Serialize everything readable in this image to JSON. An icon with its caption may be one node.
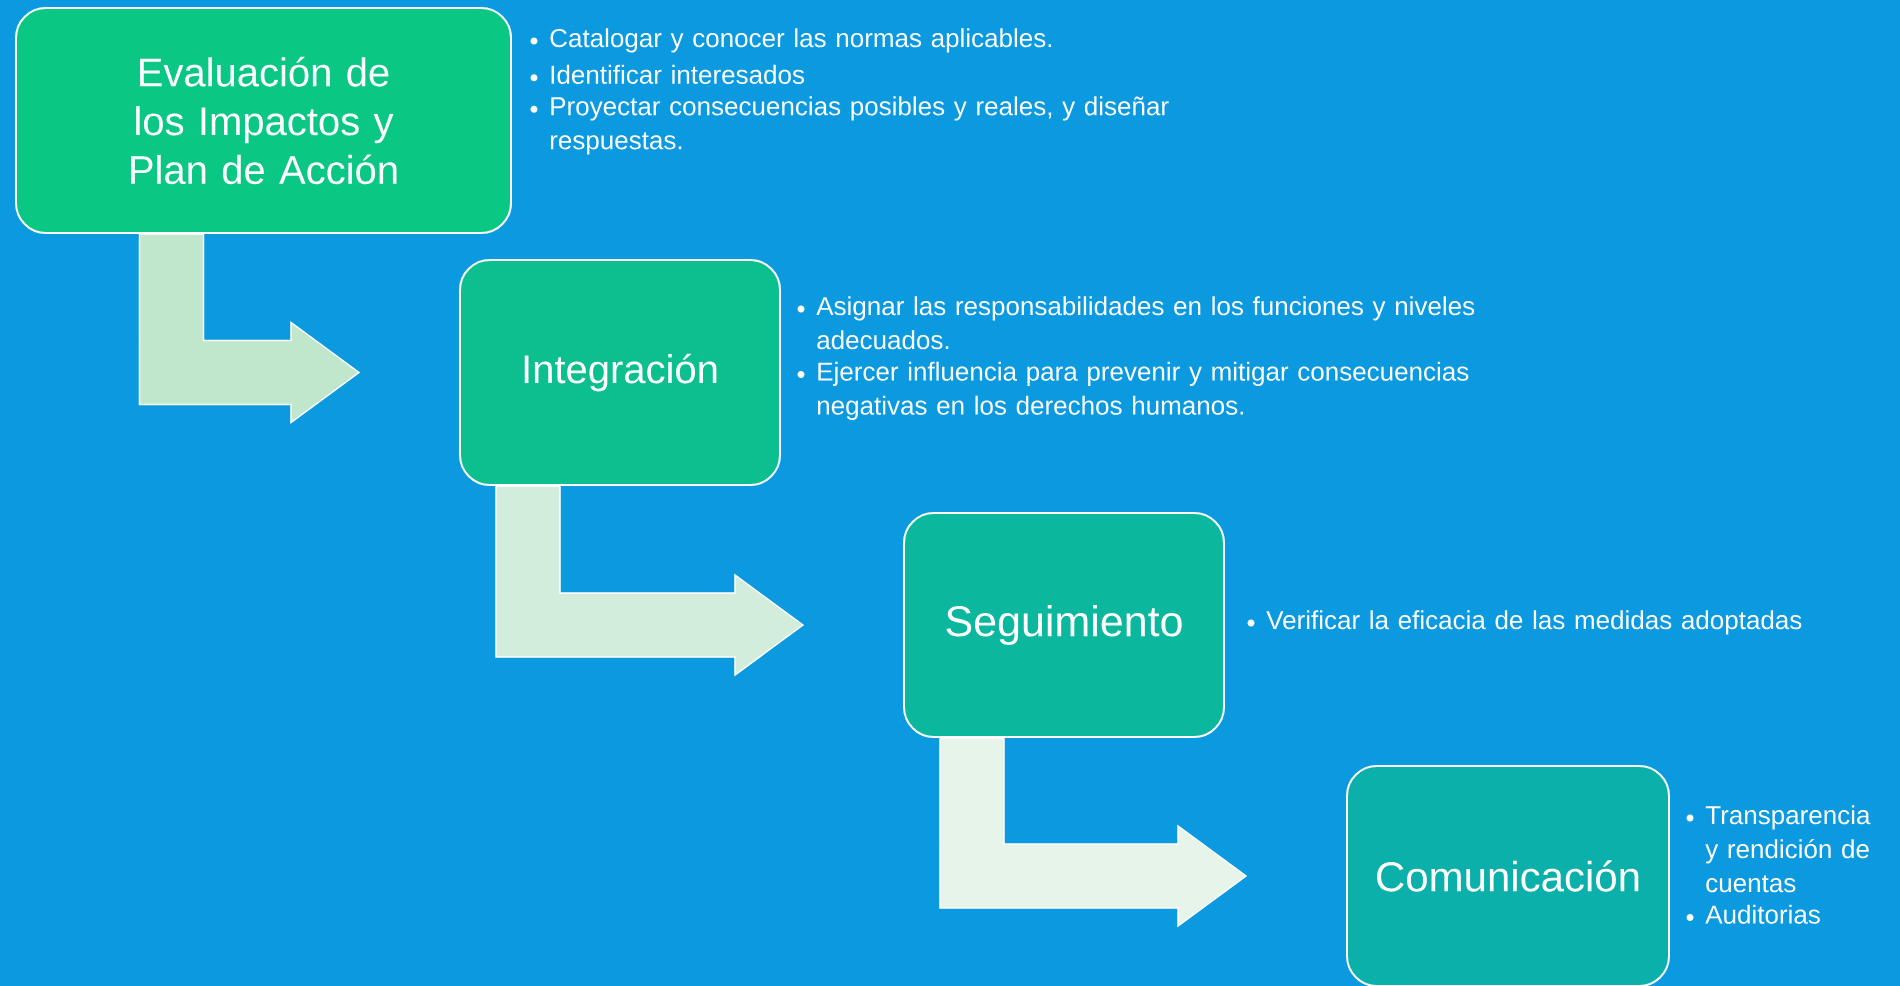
{
  "diagram": {
    "nodes": [
      {
        "text": [
          "Evaluación de los Impactos y Plan de Acción"
        ],
        "beside": [
          "Catalogar y conocer las normas aplicables.",
          "Identificar interesados",
          "Proyectar consecuencias posibles y reales, y diseñar respuestas."
        ]
      },
      {
        "text": [
          "Integración"
        ],
        "beside": [
          "Asignar las responsabilidades en los funciones y niveles adecuados.",
          "Ejercer influencia para prevenir  y mitigar consecuencias negativas en los derechos humanos."
        ]
      },
      {
        "text": [
          "Seguimiento"
        ],
        "beside": [
          "Verificar la eficacia de las medidas adoptadas"
        ]
      },
      {
        "text": [
          "Comunicación"
        ],
        "beside": [
          "Transparencia y rendición de cuentas",
          "Auditorias"
        ]
      }
    ],
    "edges": [
      {
        "from": 0,
        "to": 1,
        "arrow": "to"
      },
      {
        "from": 1,
        "to": 2,
        "arrow": "to"
      },
      {
        "from": 2,
        "to": 3,
        "arrow": "to"
      }
    ]
  }
}
